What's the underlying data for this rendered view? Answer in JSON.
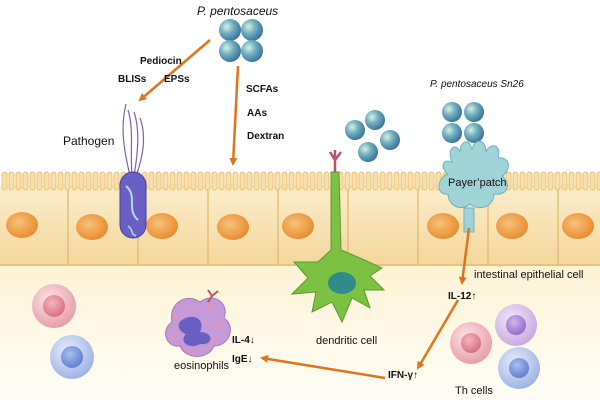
{
  "labels": {
    "p_pentosaceus": "P. pentosaceus",
    "p_pentosaceus_sn26": "P. pentosaceus Sn26",
    "pediocin": "Pediocin",
    "blis": "BLISs",
    "eps": "EPSs",
    "scfa": "SCFAs",
    "aas": "AAs",
    "dextran": "Dextran",
    "pathogen": "Pathogen",
    "payer_patch": "Payer’patch",
    "intestinal_epithelial_cell": "intestinal epithelial cell",
    "il12": "IL-12↑",
    "dendritic_cell": "dendritic cell",
    "eosinophils": "eosinophils",
    "il4": "IL-4↓",
    "ige": "IgE↓",
    "ifn": "IFN-γ↑",
    "th_cells": "Th cells"
  },
  "colors": {
    "arrow": "#e0741c",
    "epithelium": "#f7dfa8",
    "nucleus": "#ee9a3e",
    "dendritic": "#7cc142",
    "payer": "#9fd3d8",
    "pathogen": "#6a5fc4",
    "eosinophil": "#c59ad6",
    "bacteria": "#6fa8c8",
    "lumen_bg": "#fffbee"
  }
}
